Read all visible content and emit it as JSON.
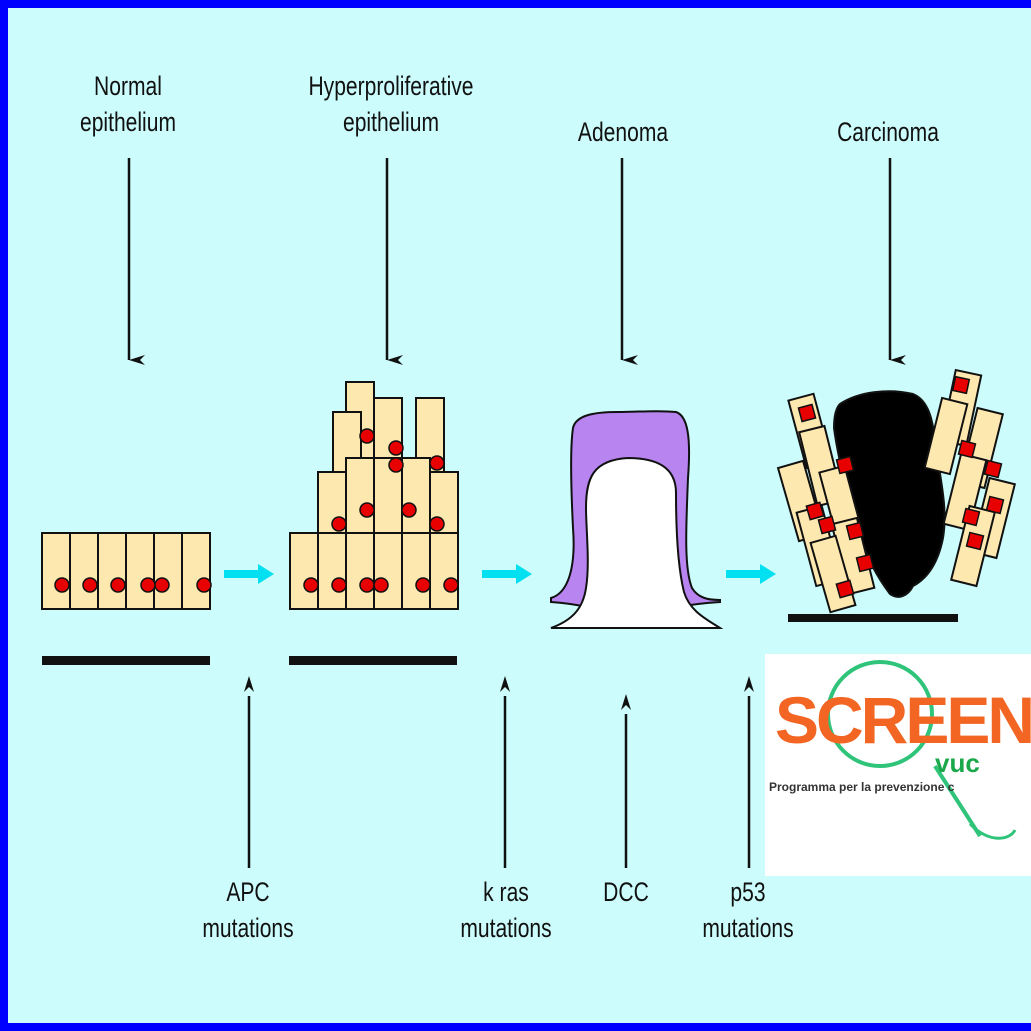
{
  "stages": [
    {
      "label_line1": "Normal",
      "label_line2": "epithelium"
    },
    {
      "label_line1": "Hyperproliferative",
      "label_line2": "epithelium"
    },
    {
      "label_line1": "Adenoma",
      "label_line2": ""
    },
    {
      "label_line1": "Carcinoma",
      "label_line2": ""
    }
  ],
  "mutations": [
    {
      "label_line1": "APC",
      "label_line2": "mutations"
    },
    {
      "label_line1": "k ras",
      "label_line2": "mutations"
    },
    {
      "label_line1": "DCC",
      "label_line2": ""
    },
    {
      "label_line1": "p53",
      "label_line2": "mutations"
    }
  ],
  "logo": {
    "brand": "SCREENI",
    "sub": "vuc",
    "tagline": "Programma per la prevenzione c"
  },
  "colors": {
    "frame": "#0000ff",
    "background": "#ccfcfc",
    "cell_fill": "#fde8b0",
    "nucleus": "#e80000",
    "progression_arrow": "#00e0f0",
    "adenoma": "#b884f0",
    "logo_brand": "#f26522",
    "logo_accent": "#1aa84a"
  }
}
